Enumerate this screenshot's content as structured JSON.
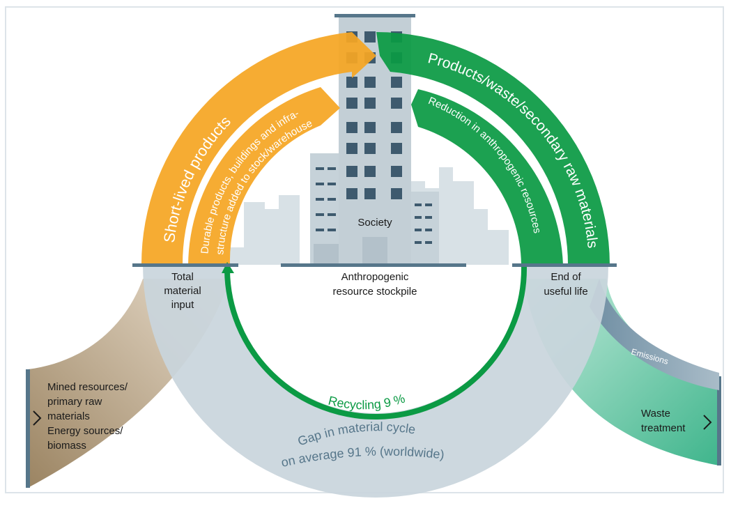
{
  "labels": {
    "short_lived": "Short-lived products",
    "durable_1": "Durable products, buildings and infra-",
    "durable_2": "structure added to stock/warehouse",
    "products_waste": "Products/waste/secondary raw materials",
    "reduction": "Reduction in anthropogenic resources",
    "society": "Society",
    "total_1": "Total",
    "total_2": "material",
    "total_3": "input",
    "stockpile_1": "Anthropogenic",
    "stockpile_2": "resource stockpile",
    "end_1": "End of",
    "end_2": "useful life",
    "recycling": "Recycling 9 %",
    "gap_1": "Gap in material cycle",
    "gap_2": "on average 91 % (worldwide)",
    "mined_1": "Mined resources/",
    "mined_2": "primary raw",
    "mined_3": "materials",
    "mined_4": "Energy sources/",
    "mined_5": "biomass",
    "emissions": "Emissions",
    "waste_1": "Waste",
    "waste_2": "treatment"
  },
  "colors": {
    "orange": "#f5a623",
    "green": "#0b9a44",
    "gray_arc": "#c9d5dc",
    "city": "#d3dde3",
    "tower": "#c3cfd6",
    "window": "#3e5a6e",
    "tan": "#b39a78",
    "teal": "#5cc3a0",
    "slate": "#8aa1b0"
  },
  "icons": {
    "input_arrow": "chevron-right-icon",
    "output_arrow": "chevron-right-icon"
  }
}
